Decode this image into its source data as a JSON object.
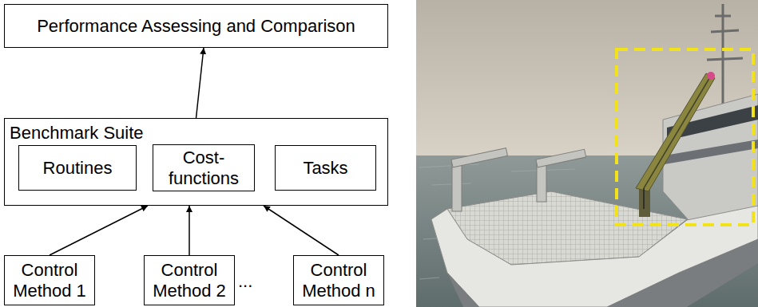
{
  "diagram": {
    "nodes": [
      {
        "text": [
          "Performance Assessing and Comparison"
        ]
      },
      {
        "text": [
          "Benchmark Suite"
        ]
      },
      {
        "text": [
          "Routines"
        ],
        "in": 1
      },
      {
        "text": [
          "Cost- functions"
        ],
        "in": 1
      },
      {
        "text": [
          "Tasks"
        ],
        "in": 1
      },
      {
        "text": [
          "Control Method 1"
        ]
      },
      {
        "text": [
          "Control Method 2"
        ]
      },
      {
        "text": [
          "Control Method n"
        ]
      }
    ],
    "edges": [
      {
        "from": 1,
        "to": 0,
        "arrow": "to"
      },
      {
        "from": 5,
        "to": 1,
        "arrow": "to"
      },
      {
        "from": 6,
        "to": 1,
        "arrow": "to"
      },
      {
        "from": 7,
        "to": 1,
        "arrow": "to"
      }
    ],
    "labels": [
      "..."
    ]
  }
}
